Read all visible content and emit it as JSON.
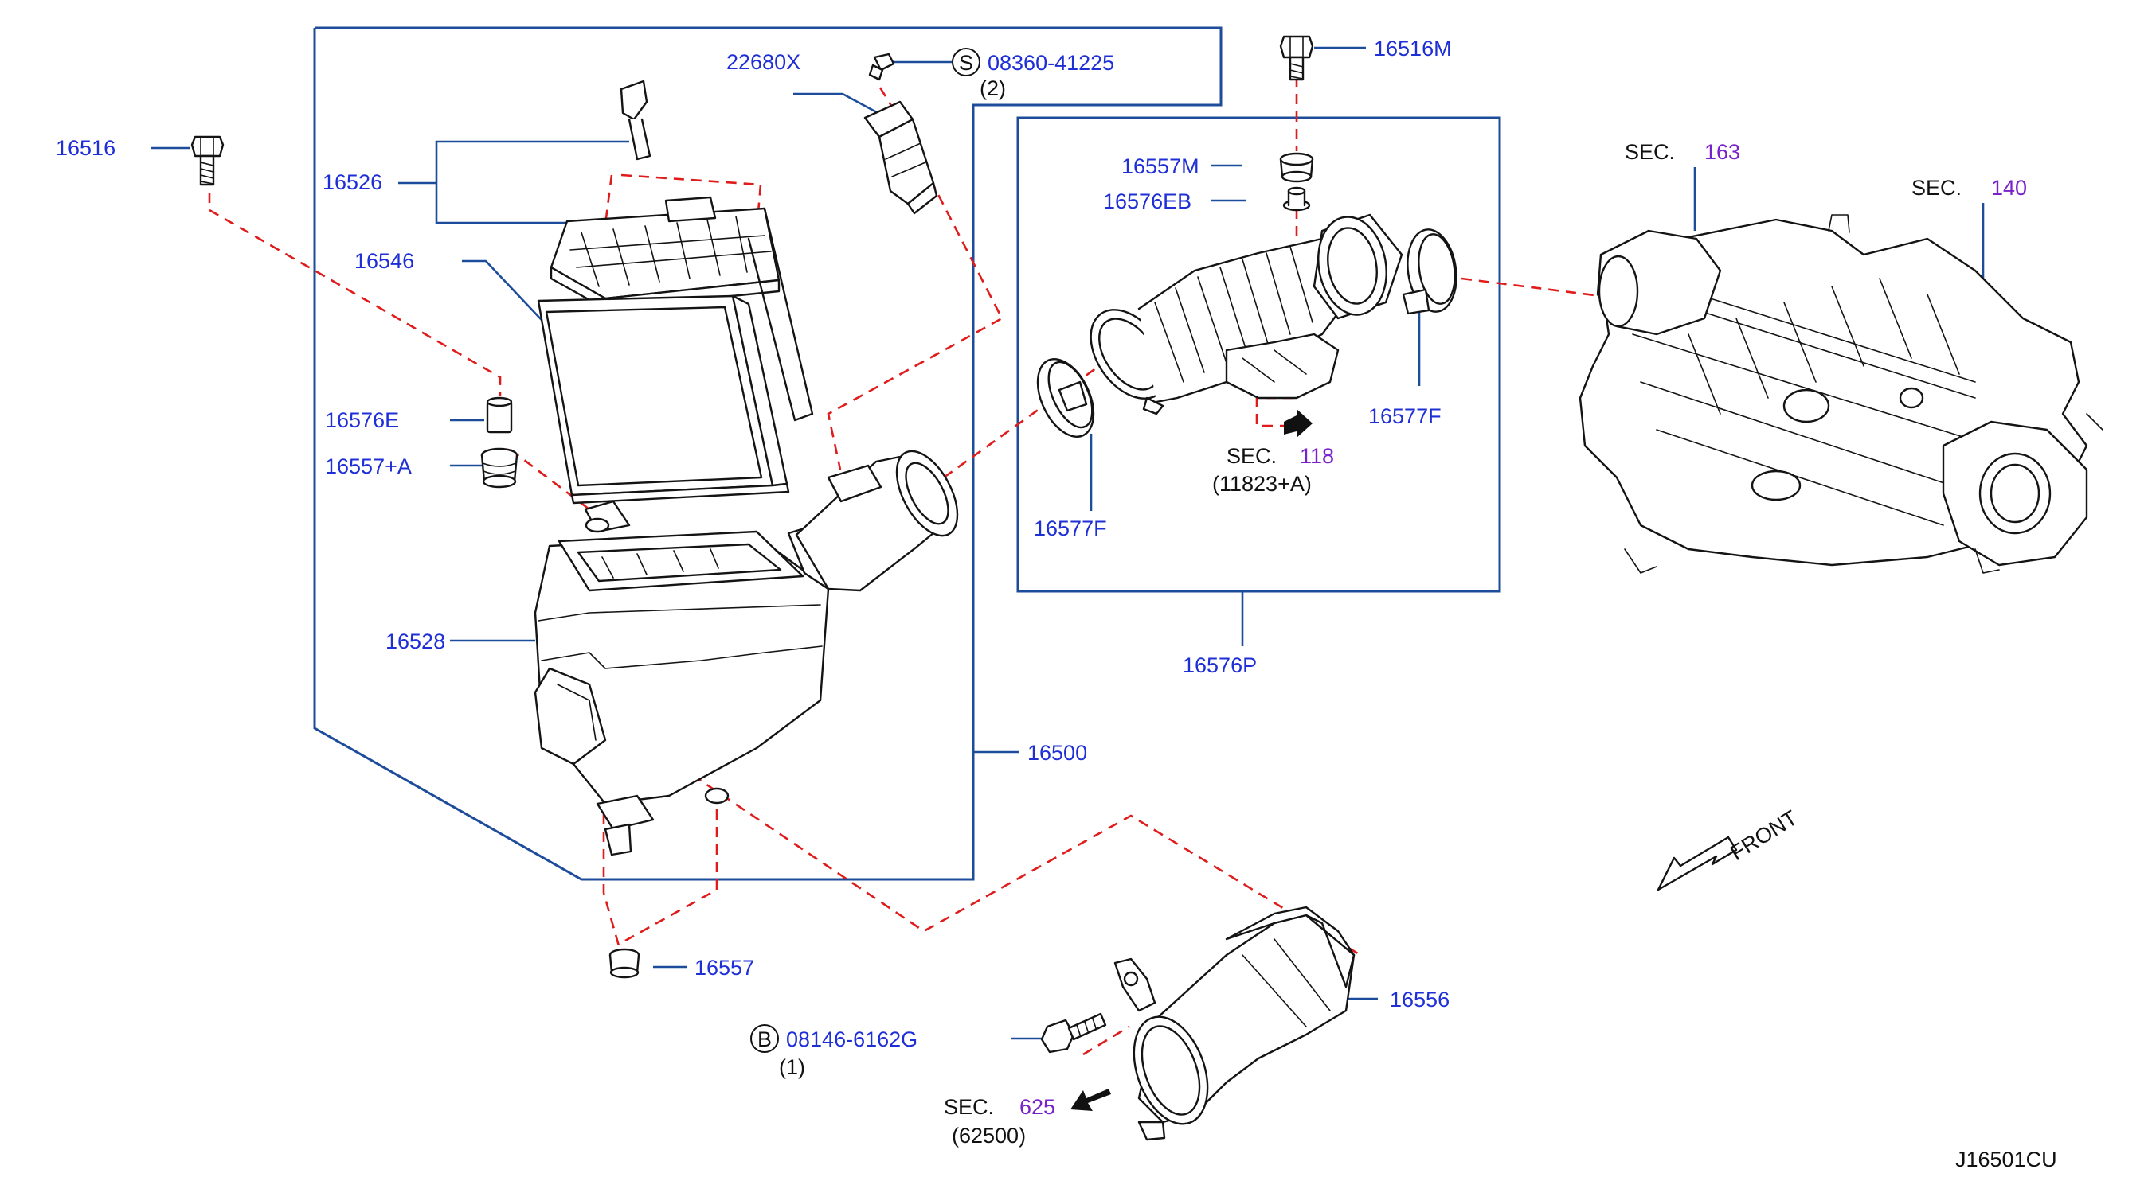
{
  "diagram": {
    "drawing_id": "J16501CU",
    "front_label": "FRONT",
    "labels": {
      "p16516": "16516",
      "p16526": "16526",
      "p16546": "16546",
      "p16576E": "16576E",
      "p16557A": "16557+A",
      "p16528": "16528",
      "p16500": "16500",
      "p16557": "16557",
      "p22680X": "22680X",
      "p08360": "08360-41225",
      "p08360_qty": "(2)",
      "s_marker": "S",
      "p16516M": "16516M",
      "p16557M": "16557M",
      "p16576EB": "16576EB",
      "p16577F_a": "16577F",
      "p16577F_b": "16577F",
      "p16576P": "16576P",
      "sec_118_prefix": "SEC.",
      "sec_118": "118",
      "sec_118_sub": "(11823+A)",
      "sec_163_prefix": "SEC.",
      "sec_163": "163",
      "sec_140_prefix": "SEC.",
      "sec_140": "140",
      "p16556": "16556",
      "p08146": "08146-6162G",
      "p08146_qty": "(1)",
      "b_marker": "B",
      "sec_625_prefix": "SEC.",
      "sec_625": "625",
      "sec_625_sub": "(62500)"
    },
    "colors": {
      "part_number": "#1f2fd6",
      "section_ref": "#7a22c9",
      "leader": "#1d4c9a",
      "dashed_guide": "#e01b1b",
      "outline": "#141414"
    }
  }
}
